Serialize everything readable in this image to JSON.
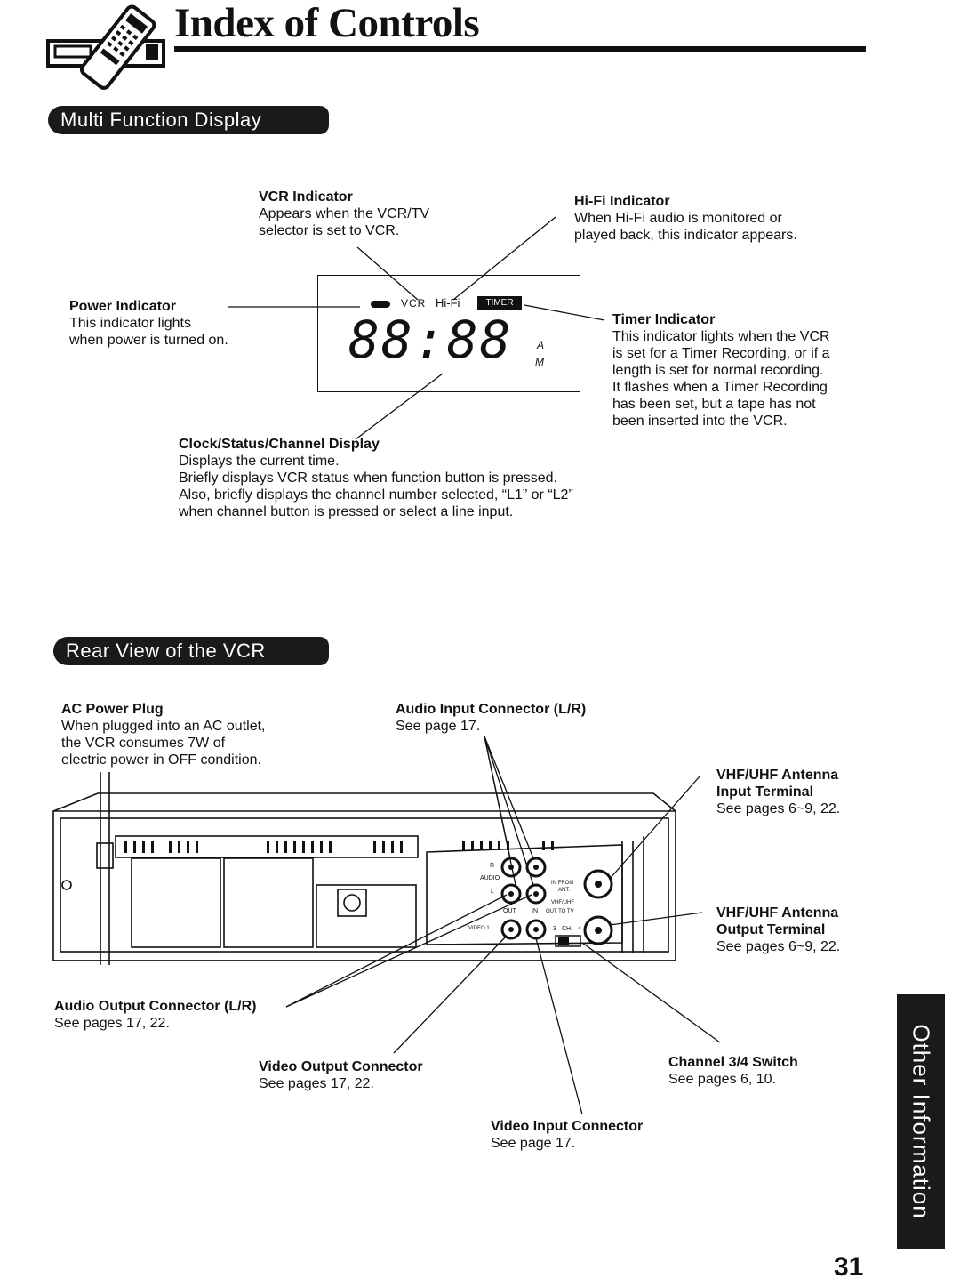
{
  "header": {
    "title": "Index of Controls"
  },
  "sections": {
    "multi_function_display": "Multi Function Display",
    "rear_view": "Rear View of the VCR"
  },
  "display": {
    "vcr_text": "VCR",
    "hifi_text": "Hi-Fi",
    "timer_text": "TIMER",
    "clock_digits": "88:88",
    "am_a": "A",
    "am_m": "M"
  },
  "display_labels": {
    "vcr_indicator": {
      "title": "VCR Indicator",
      "lines": [
        "Appears when the VCR/TV",
        "selector is set to VCR."
      ]
    },
    "hifi_indicator": {
      "title": "Hi-Fi Indicator",
      "lines": [
        "When Hi-Fi audio is monitored or",
        "played back, this indicator appears."
      ]
    },
    "power_indicator": {
      "title": "Power Indicator",
      "lines": [
        "This indicator lights",
        "when power is turned on."
      ]
    },
    "timer_indicator": {
      "title": "Timer Indicator",
      "lines": [
        "This indicator lights when the VCR",
        "is set for a Timer Recording, or if a",
        "length is set for normal recording.",
        "It flashes when a Timer Recording",
        "has been set, but a tape has not",
        "been inserted into the VCR."
      ]
    },
    "clock_display": {
      "title": "Clock/Status/Channel Display",
      "lines": [
        "Displays the current time.",
        "Briefly displays VCR status when function button is pressed.",
        "Also, briefly displays the channel number selected, “L1” or “L2”",
        "when channel button is pressed or select a line input."
      ]
    }
  },
  "rear_labels": {
    "ac_power_plug": {
      "title": "AC Power Plug",
      "lines": [
        "When plugged into an AC outlet,",
        "the VCR consumes 7W of",
        "electric power in OFF condition."
      ]
    },
    "audio_input": {
      "title": "Audio Input Connector (L/R)",
      "lines": [
        "See page 17."
      ]
    },
    "vhf_input": {
      "title_lines": [
        "VHF/UHF Antenna",
        "Input Terminal"
      ],
      "lines": [
        "See pages 6~9, 22."
      ]
    },
    "vhf_output": {
      "title_lines": [
        "VHF/UHF Antenna",
        "Output Terminal"
      ],
      "lines": [
        "See pages 6~9, 22."
      ]
    },
    "audio_output": {
      "title": "Audio Output Connector (L/R)",
      "lines": [
        "See pages 17, 22."
      ]
    },
    "video_output": {
      "title": "Video Output Connector",
      "lines": [
        "See pages 17, 22."
      ]
    },
    "channel_switch": {
      "title": "Channel 3/4 Switch",
      "lines": [
        "See pages 6, 10."
      ]
    },
    "video_input": {
      "title": "Video Input Connector",
      "lines": [
        "See page 17."
      ]
    }
  },
  "panel_text": {
    "r": "R",
    "audio": "AUDIO",
    "l": "L",
    "out": "OUT",
    "in": "IN",
    "in_from_ant": "IN FROM",
    "ant": "ANT.",
    "vhf_uhf": "VHF/UHF",
    "out_to_tv": "OUT TO TV",
    "video1": "VIDEO 1",
    "ch3": "3",
    "ch": "CH.",
    "ch4": "4"
  },
  "side_tab": {
    "label": "Other Information"
  },
  "footer": {
    "page_number": "31"
  }
}
